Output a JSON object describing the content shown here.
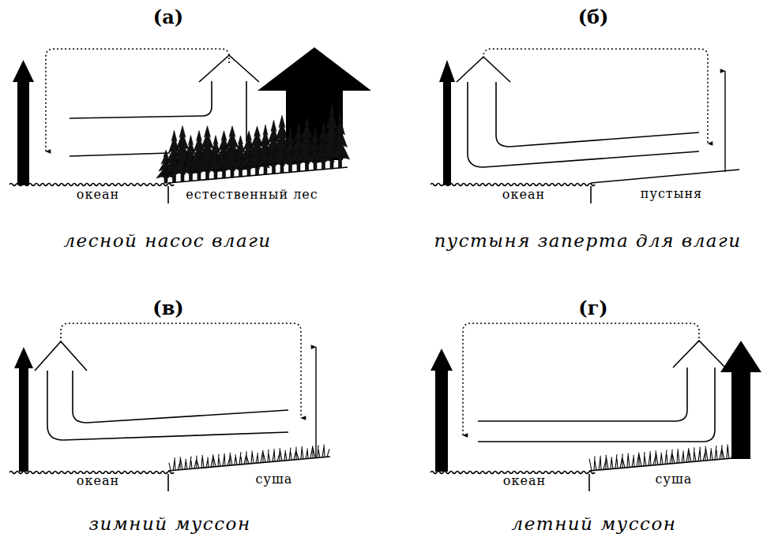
{
  "diagram": {
    "labels": [
      "(а)",
      "(б)",
      "океан",
      "естественный лес",
      "океан",
      "пустыня",
      "лесной насос влаги",
      "пустыня заперта для влаги",
      "(в)",
      "(г)",
      "океан",
      "суша",
      "океан",
      "суша",
      "зимний муссон",
      "летний муссон"
    ]
  }
}
